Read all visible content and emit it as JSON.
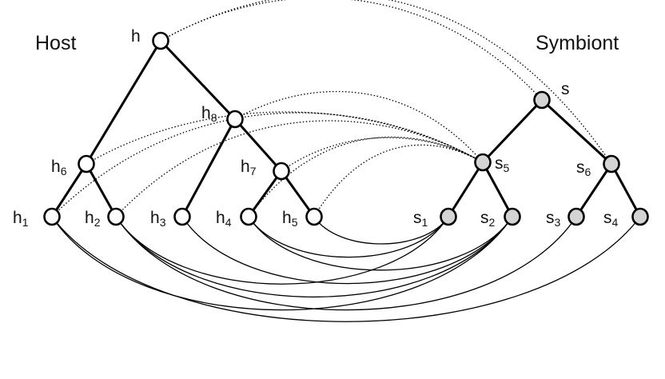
{
  "titles": {
    "host": "Host",
    "symbiont": "Symbiont"
  },
  "colors": {
    "host_node_fill": "#ffffff",
    "symbiont_node_fill": "#d4d4d4",
    "stroke": "#000000"
  },
  "nodes": {
    "h": {
      "base": "h",
      "sub": "",
      "tree": "host"
    },
    "h1": {
      "base": "h",
      "sub": "1",
      "tree": "host"
    },
    "h2": {
      "base": "h",
      "sub": "2",
      "tree": "host"
    },
    "h3": {
      "base": "h",
      "sub": "3",
      "tree": "host"
    },
    "h4": {
      "base": "h",
      "sub": "4",
      "tree": "host"
    },
    "h5": {
      "base": "h",
      "sub": "5",
      "tree": "host"
    },
    "h6": {
      "base": "h",
      "sub": "6",
      "tree": "host"
    },
    "h7": {
      "base": "h",
      "sub": "7",
      "tree": "host"
    },
    "h8": {
      "base": "h",
      "sub": "8",
      "tree": "host"
    },
    "s": {
      "base": "s",
      "sub": "",
      "tree": "symbiont"
    },
    "s1": {
      "base": "s",
      "sub": "1",
      "tree": "symbiont"
    },
    "s2": {
      "base": "s",
      "sub": "2",
      "tree": "symbiont"
    },
    "s3": {
      "base": "s",
      "sub": "3",
      "tree": "symbiont"
    },
    "s4": {
      "base": "s",
      "sub": "4",
      "tree": "symbiont"
    },
    "s5": {
      "base": "s",
      "sub": "5",
      "tree": "symbiont"
    },
    "s6": {
      "base": "s",
      "sub": "6",
      "tree": "symbiont"
    }
  },
  "host_tree_edges": [
    [
      "h",
      "h6"
    ],
    [
      "h",
      "h8"
    ],
    [
      "h6",
      "h1"
    ],
    [
      "h6",
      "h2"
    ],
    [
      "h8",
      "h3"
    ],
    [
      "h8",
      "h7"
    ],
    [
      "h7",
      "h4"
    ],
    [
      "h7",
      "h5"
    ]
  ],
  "symbiont_tree_edges": [
    [
      "s",
      "s5"
    ],
    [
      "s",
      "s6"
    ],
    [
      "s5",
      "s1"
    ],
    [
      "s5",
      "s2"
    ],
    [
      "s6",
      "s3"
    ],
    [
      "s6",
      "s4"
    ]
  ],
  "dotted_associations": [
    [
      "h",
      "s"
    ],
    [
      "h",
      "s6"
    ],
    [
      "h6",
      "s5"
    ],
    [
      "h8",
      "s5"
    ],
    [
      "h7",
      "s5"
    ],
    [
      "h1",
      "s5"
    ],
    [
      "h2",
      "s5"
    ],
    [
      "h4",
      "s5"
    ],
    [
      "h5",
      "s5"
    ]
  ],
  "solid_associations": [
    [
      "h1",
      "s2"
    ],
    [
      "h1",
      "s4"
    ],
    [
      "h2",
      "s1"
    ],
    [
      "h2",
      "s2"
    ],
    [
      "h2",
      "s3"
    ],
    [
      "h3",
      "s2"
    ],
    [
      "h4",
      "s1"
    ],
    [
      "h4",
      "s2"
    ],
    [
      "h5",
      "s1"
    ]
  ]
}
